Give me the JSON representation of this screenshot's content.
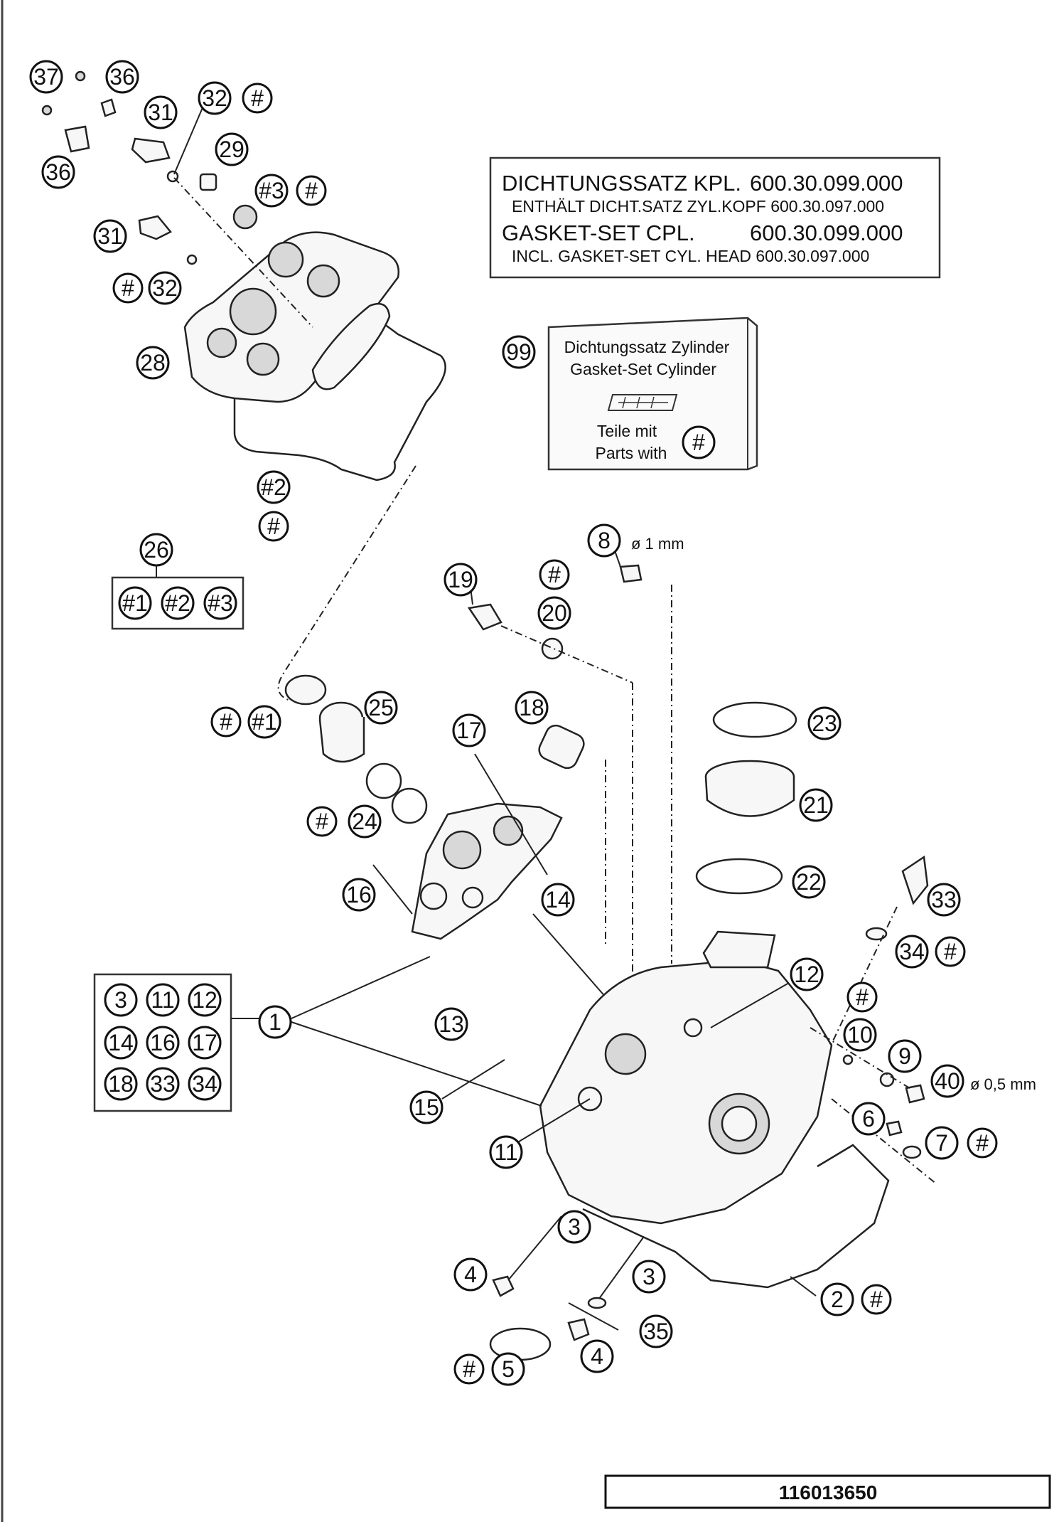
{
  "kit_box": {
    "line1_label": "DICHTUNGSSATZ KPL.",
    "line1_number": "600.30.099.000",
    "line2": "ENTHÄLT DICHT.SATZ ZYL.KOPF 600.30.097.000",
    "line3_label": "GASKET-SET CPL.",
    "line3_number": "600.30.099.000",
    "line4": "INCL. GASKET-SET CYL. HEAD 600.30.097.000"
  },
  "set_box": {
    "number": "99",
    "line1": "Dichtungssatz Zylinder",
    "line2": "Gasket-Set Cylinder",
    "line3": "Teile mit",
    "line4": "Parts with",
    "marker": "#"
  },
  "group_26": {
    "number": "26",
    "items": [
      "#1",
      "#2",
      "#3"
    ]
  },
  "group_1": {
    "number": "1",
    "items": [
      "3",
      "11",
      "12",
      "14",
      "16",
      "17",
      "18",
      "33",
      "34"
    ]
  },
  "dimensions": {
    "part8": "ø 1 mm",
    "part40": "ø 0,5 mm"
  },
  "callouts": {
    "c37": "37",
    "c36a": "36",
    "c36b": "36",
    "c31a": "31",
    "c32a": "32",
    "h32a": "#",
    "c29": "29",
    "c3h": "#3",
    "h3": "#",
    "c31b": "31",
    "h32b": "#",
    "c32b": "32",
    "c28": "28",
    "c2h": "#2",
    "h2": "#",
    "c8": "8",
    "c19": "19",
    "h20": "#",
    "c20": "20",
    "h25": "#",
    "c1h": "#1",
    "c25": "25",
    "c18": "18",
    "c17": "17",
    "c23": "23",
    "c21": "21",
    "h24": "#",
    "c24": "24",
    "c22": "22",
    "c16": "16",
    "c14": "14",
    "c33": "33",
    "c34": "34",
    "h34": "#",
    "c12": "12",
    "h10": "#",
    "c10": "10",
    "c1": "1",
    "c13": "13",
    "c9": "9",
    "c40": "40",
    "c15": "15",
    "c6": "6",
    "c7": "7",
    "h7": "#",
    "c11": "11",
    "c3a": "3",
    "c4a": "4",
    "c3b": "3",
    "c35": "35",
    "c2": "2",
    "h2b": "#",
    "h5": "#",
    "c5": "5",
    "c4b": "4"
  },
  "footer": {
    "drawing_number": "116013650"
  }
}
